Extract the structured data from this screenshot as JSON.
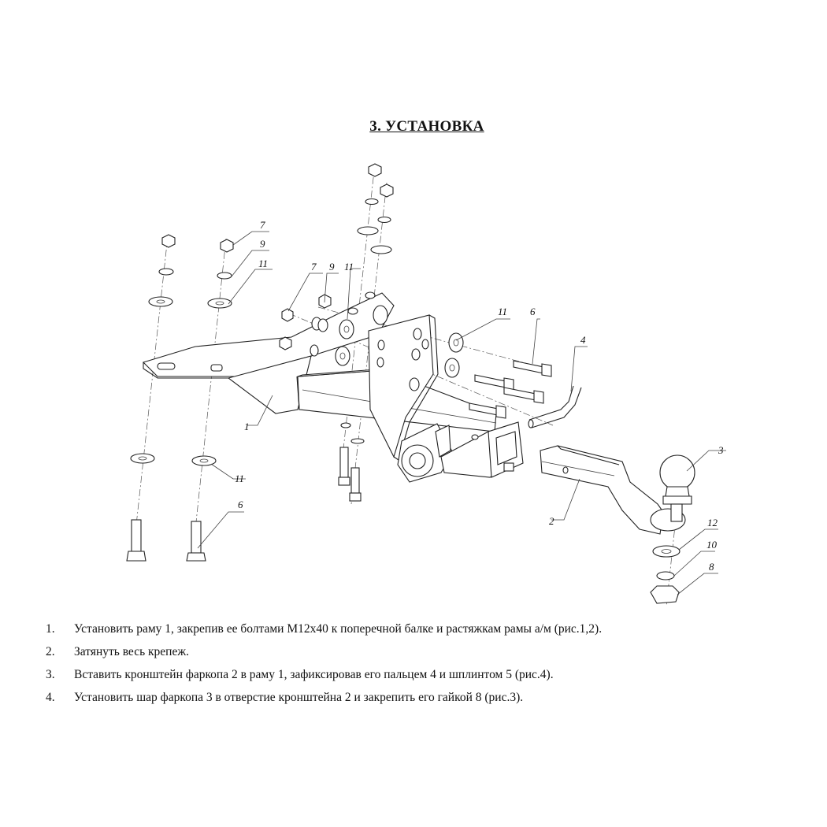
{
  "title": "3. УСТАНОВКА",
  "callouts": {
    "c7a": "7",
    "c9a": "9",
    "c11a": "11",
    "c7b": "7",
    "c9b": "9",
    "c11b": "11",
    "c11c": "11",
    "c6a": "6",
    "c4": "4",
    "c1": "1",
    "c2": "2",
    "c3": "3",
    "c11d": "11",
    "c6b": "6",
    "c12": "12",
    "c10": "10",
    "c8": "8"
  },
  "steps": [
    {
      "num": "1.",
      "text": "Установить раму 1, закрепив ее болтами М12х40 к поперечной балке и растяжкам рамы а/м (рис.1,2)."
    },
    {
      "num": "2.",
      "text": "Затянуть весь крепеж."
    },
    {
      "num": "3.",
      "text": "Вставить кронштейн фаркопа 2 в раму 1, зафиксировав его пальцем 4 и шплинтом 5 (рис.4)."
    },
    {
      "num": "4.",
      "text": "Установить шар фаркопа 3 в отверстие кронштейна 2 и закрепить его гайкой 8 (рис.3)."
    }
  ]
}
